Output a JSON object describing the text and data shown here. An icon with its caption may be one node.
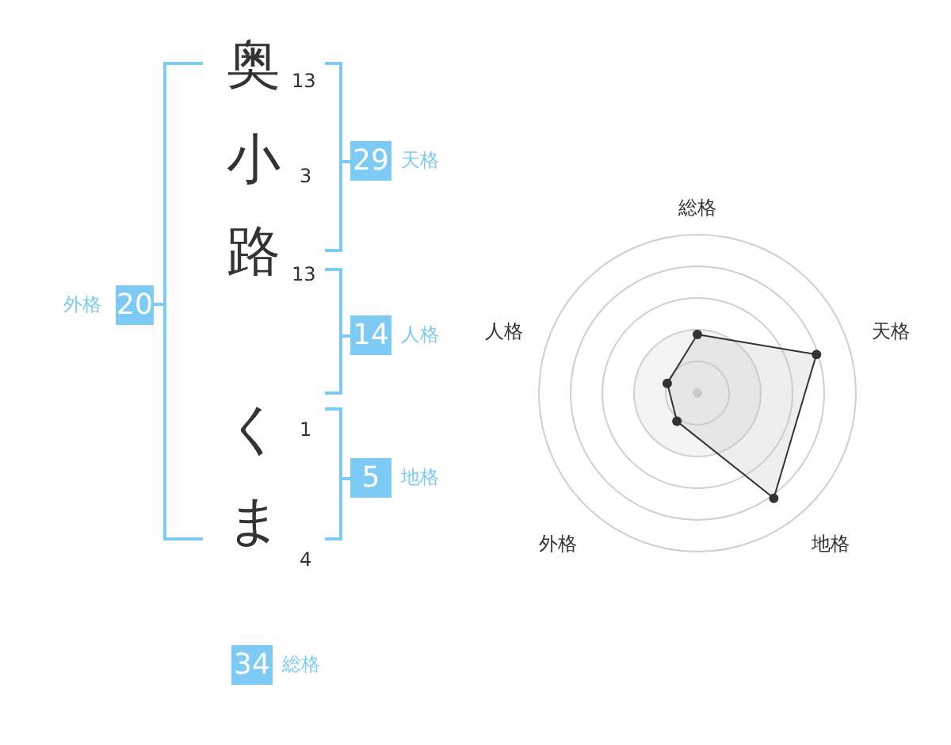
{
  "diagram": {
    "nodes": [
      {
        "text": [
          "20"
        ],
        "beside": [
          "外格"
        ]
      },
      {
        "text": [
          "29"
        ],
        "beside": [
          "天格"
        ]
      },
      {
        "text": [
          "14"
        ],
        "beside": [
          "人格"
        ]
      },
      {
        "text": [
          "5"
        ],
        "beside": [
          "地格"
        ]
      },
      {
        "text": [
          "34"
        ],
        "beside": [
          "総格"
        ]
      }
    ],
    "labels": [
      "奥",
      "13",
      "小",
      "3",
      "路",
      "13",
      "く",
      "1",
      "ま",
      "4",
      "総格",
      "人格",
      "天格",
      "外格",
      "地格"
    ]
  }
}
